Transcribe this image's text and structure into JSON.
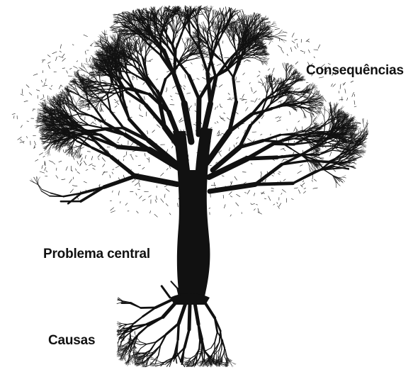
{
  "diagram": {
    "labels": {
      "consequences": "Consequências",
      "central_problem": "Problema central",
      "causes": "Causas"
    },
    "colors": {
      "tree": "#111111",
      "background": "#ffffff"
    }
  }
}
